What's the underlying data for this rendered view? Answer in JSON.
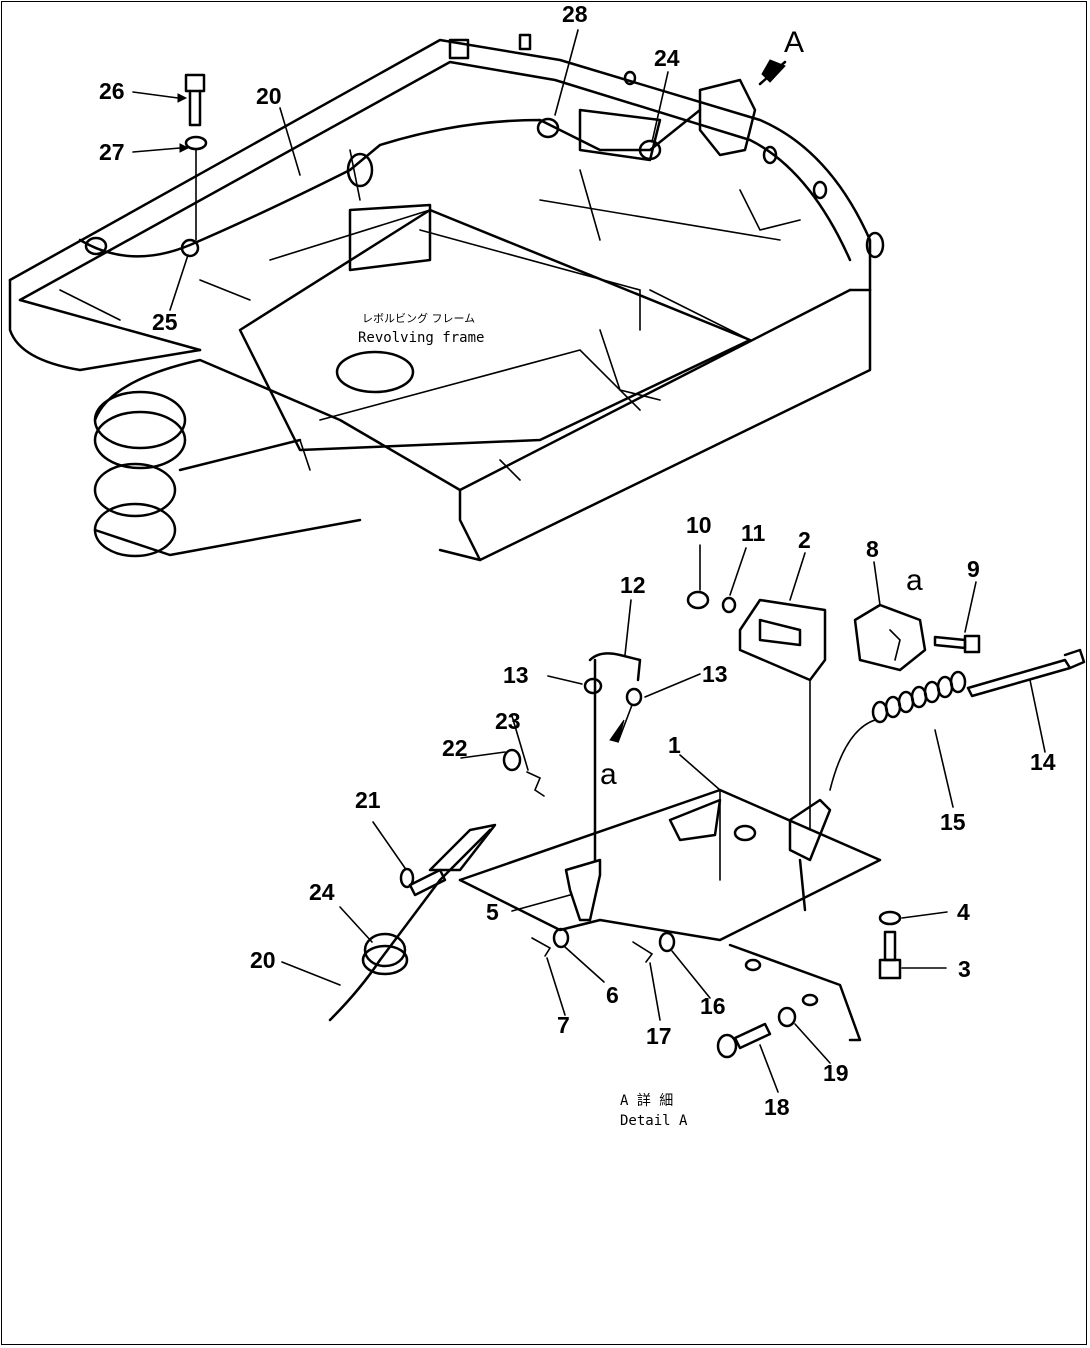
{
  "frame_label": {
    "jp": "レボルビング フレーム",
    "en": "Revolving frame"
  },
  "detail_label": {
    "jp": "A 詳 細",
    "en": "Detail A"
  },
  "view_arrow_label": "A",
  "sub_ref_label": "a",
  "callouts": {
    "c1": "1",
    "c2": "2",
    "c3": "3",
    "c4": "4",
    "c5": "5",
    "c6": "6",
    "c7": "7",
    "c8": "8",
    "c9": "9",
    "c10": "10",
    "c11": "11",
    "c12": "12",
    "c13": "13",
    "c14": "14",
    "c15": "15",
    "c16": "16",
    "c17": "17",
    "c18": "18",
    "c19": "19",
    "c20": "20",
    "c21": "21",
    "c22": "22",
    "c23": "23",
    "c24": "24",
    "c25": "25",
    "c26": "26",
    "c27": "27",
    "c28": "28"
  }
}
